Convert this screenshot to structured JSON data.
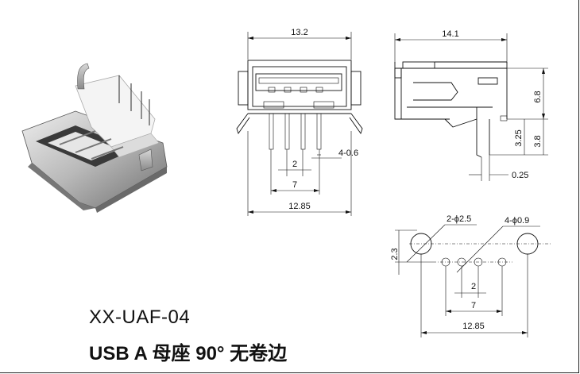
{
  "labels": {
    "model": "XX-UAF-04",
    "description": "USB A 母座 90°  无卷边"
  },
  "dimensions": {
    "front_width": "13.2",
    "pin_pitch": "2",
    "pin_size": "4-0.6",
    "pin_span": "7",
    "leg_span": "12.85",
    "side_length": "14.1",
    "side_height": "6.8",
    "lead_length": "3.25",
    "lead_total": "3.8",
    "lead_thickness": "0.25",
    "footprint_holes_large": "2-ϕ2.5",
    "footprint_holes_small": "4-ϕ0.9",
    "footprint_offset": "2.3",
    "footprint_pitch": "2",
    "footprint_span": "7",
    "footprint_width": "12.85"
  }
}
